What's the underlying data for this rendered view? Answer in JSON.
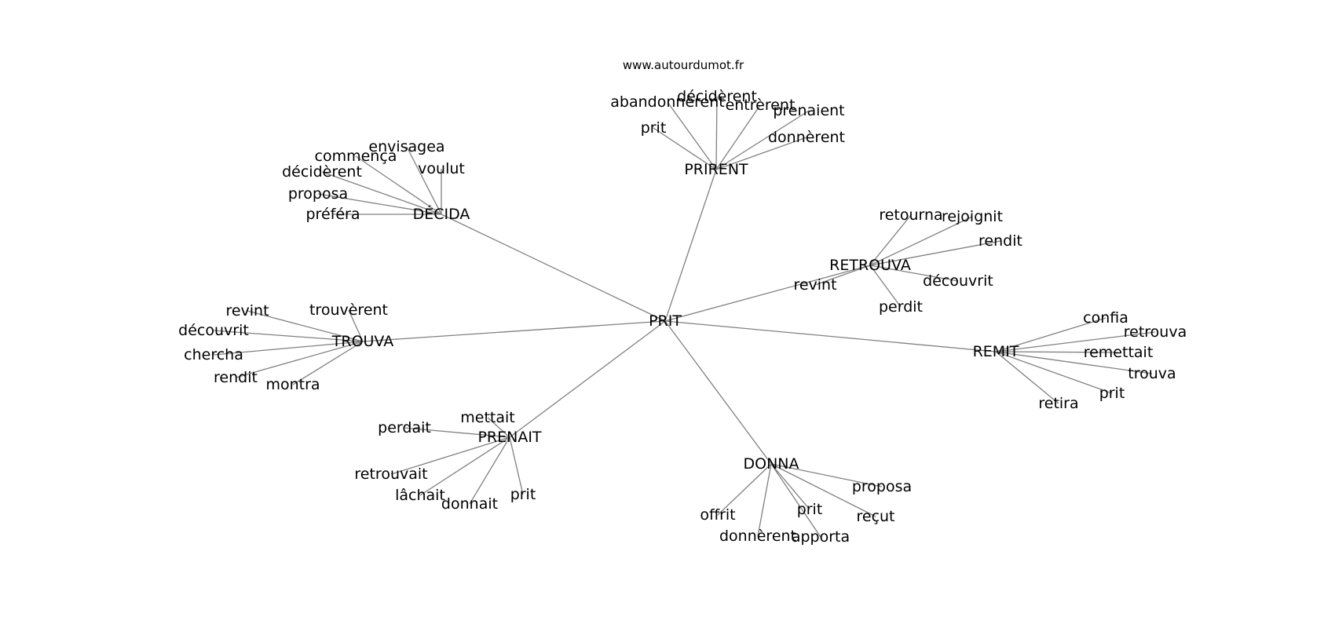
{
  "site": "www.autourdumot.fr",
  "center": "PRIT",
  "hubs": [
    {
      "word": "PRIRENT",
      "leaves": [
        "abandonnèrent",
        "décidèrent",
        "entrèrent",
        "prenaient",
        "prit",
        "donnèrent"
      ]
    },
    {
      "word": "DÉCIDA",
      "leaves": [
        "envisagea",
        "commença",
        "voulut",
        "décidèrent",
        "proposa",
        "préféra"
      ]
    },
    {
      "word": "RETROUVA",
      "leaves": [
        "retourna",
        "rejoignit",
        "rendit",
        "revint",
        "découvrit",
        "perdit"
      ]
    },
    {
      "word": "TROUVA",
      "leaves": [
        "revint",
        "trouvèrent",
        "découvrit",
        "chercha",
        "rendit",
        "montra"
      ]
    },
    {
      "word": "REMIT",
      "leaves": [
        "confia",
        "retrouva",
        "remettait",
        "trouva",
        "prit",
        "retira"
      ]
    },
    {
      "word": "PRENAIT",
      "leaves": [
        "mettait",
        "perdait",
        "retrouvait",
        "lâchait",
        "donnait",
        "prit"
      ]
    },
    {
      "word": "DONNA",
      "leaves": [
        "proposa",
        "offrit",
        "prit",
        "reçut",
        "donnèrent",
        "apporta"
      ]
    }
  ]
}
